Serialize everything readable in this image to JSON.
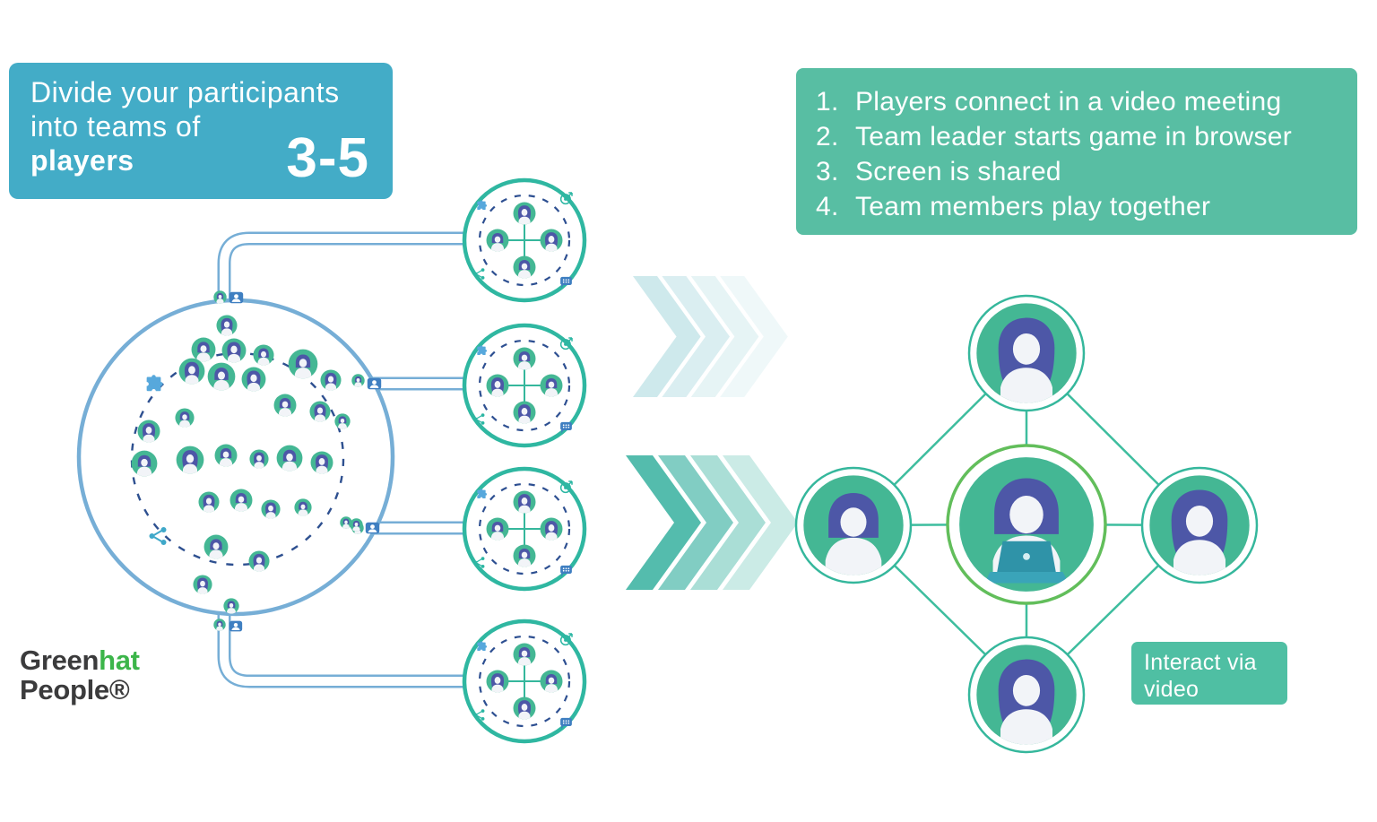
{
  "header_box": {
    "line1": "Divide your participants",
    "line2": "into teams of",
    "line3": "players",
    "team_size": "3-5"
  },
  "steps_box": {
    "items": [
      {
        "num": "1.",
        "text": "Players connect in a video meeting"
      },
      {
        "num": "2.",
        "text": "Team leader starts game in browser"
      },
      {
        "num": "3.",
        "text": "Screen is shared"
      },
      {
        "num": "4.",
        "text": "Team members play together"
      }
    ]
  },
  "video_label": {
    "text": "Interact via video"
  },
  "logo": {
    "green": "Green",
    "hat": "hat",
    "people": "People®"
  },
  "icons": {
    "team_circle_badges": [
      "puzzle-icon",
      "dart-target-icon",
      "share-network-icon",
      "chat-grid-icon"
    ],
    "pool_badges": [
      "puzzle-icon",
      "share-network-icon",
      "person-badge-icon"
    ],
    "arrows": [
      "chevron-right-icon"
    ]
  },
  "colors": {
    "teal_box": "#43ACC7",
    "green_box": "#58BEA3",
    "video_label_box": "#4FBFA3",
    "avatar_green": "#44B794",
    "person_purple": "#4D57A7",
    "pool_outline_blue": "#76AED6",
    "team_outline_teal": "#2FB7A1",
    "network_line_green": "#3DBD9E",
    "center_ring_green": "#62BE5B",
    "logo_green": "#3CB54A",
    "logo_dark": "#3B3B3C"
  }
}
